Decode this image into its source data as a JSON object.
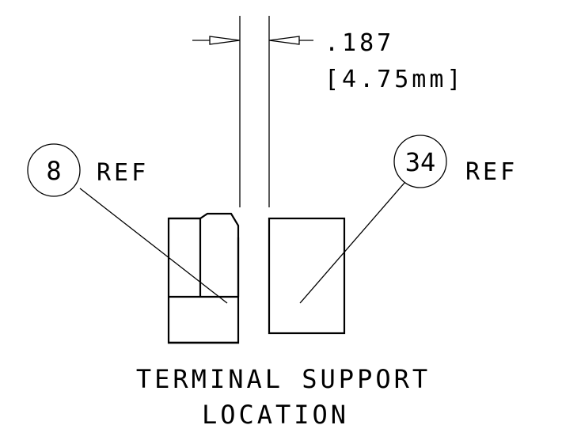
{
  "dimension": {
    "value_in": ".187",
    "value_mm": "[4.75mm]"
  },
  "balloons": [
    {
      "number": "8",
      "note": "REF"
    },
    {
      "number": "34",
      "note": "REF"
    }
  ],
  "caption": {
    "line1": "TERMINAL SUPPORT",
    "line2": "LOCATION"
  },
  "colors": {
    "ink": "#000000",
    "paper": "#ffffff"
  }
}
